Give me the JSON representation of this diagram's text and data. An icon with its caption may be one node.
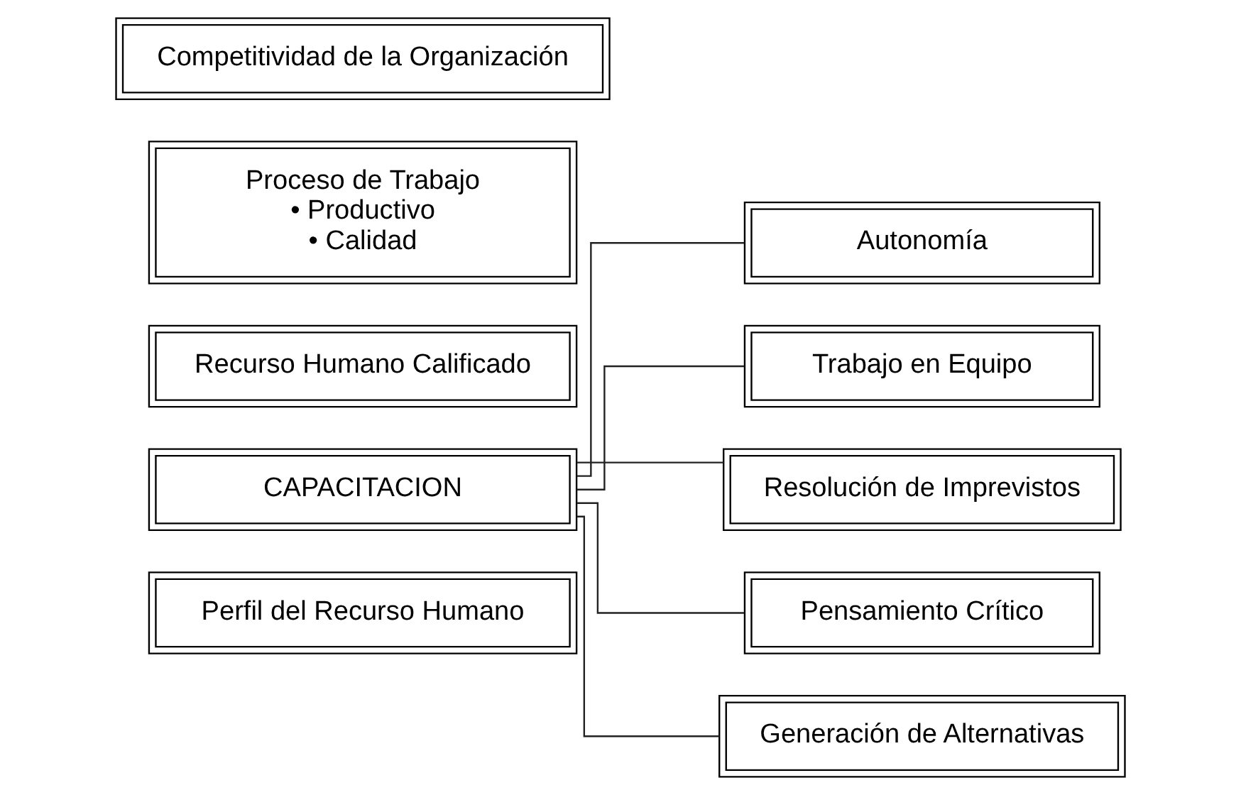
{
  "diagram": {
    "nodes": [
      {
        "text": [
          "Perfil del Recurso Humano"
        ]
      },
      {
        "text": [
          "CAPACITACION"
        ]
      },
      {
        "text": [
          "Recurso Humano Calificado"
        ]
      },
      {
        "text": [
          "Proceso de Trabajo",
          "• Productivo",
          "• Calidad"
        ]
      },
      {
        "text": [
          "Competitividad de la Organización"
        ]
      },
      {
        "text": [
          "Autonomía"
        ]
      },
      {
        "text": [
          "Trabajo en Equipo"
        ]
      },
      {
        "text": [
          "Resolución de Imprevistos"
        ]
      },
      {
        "text": [
          "Pensamiento Crítico"
        ]
      },
      {
        "text": [
          "Generación de Alternativas"
        ]
      }
    ],
    "edges": [
      {
        "from": 1,
        "to": 5,
        "arrow": "none"
      },
      {
        "from": 1,
        "to": 6,
        "arrow": "none"
      },
      {
        "from": 1,
        "to": 7,
        "arrow": "none"
      },
      {
        "from": 1,
        "to": 8,
        "arrow": "none"
      },
      {
        "from": 1,
        "to": 9,
        "arrow": "none"
      }
    ]
  }
}
